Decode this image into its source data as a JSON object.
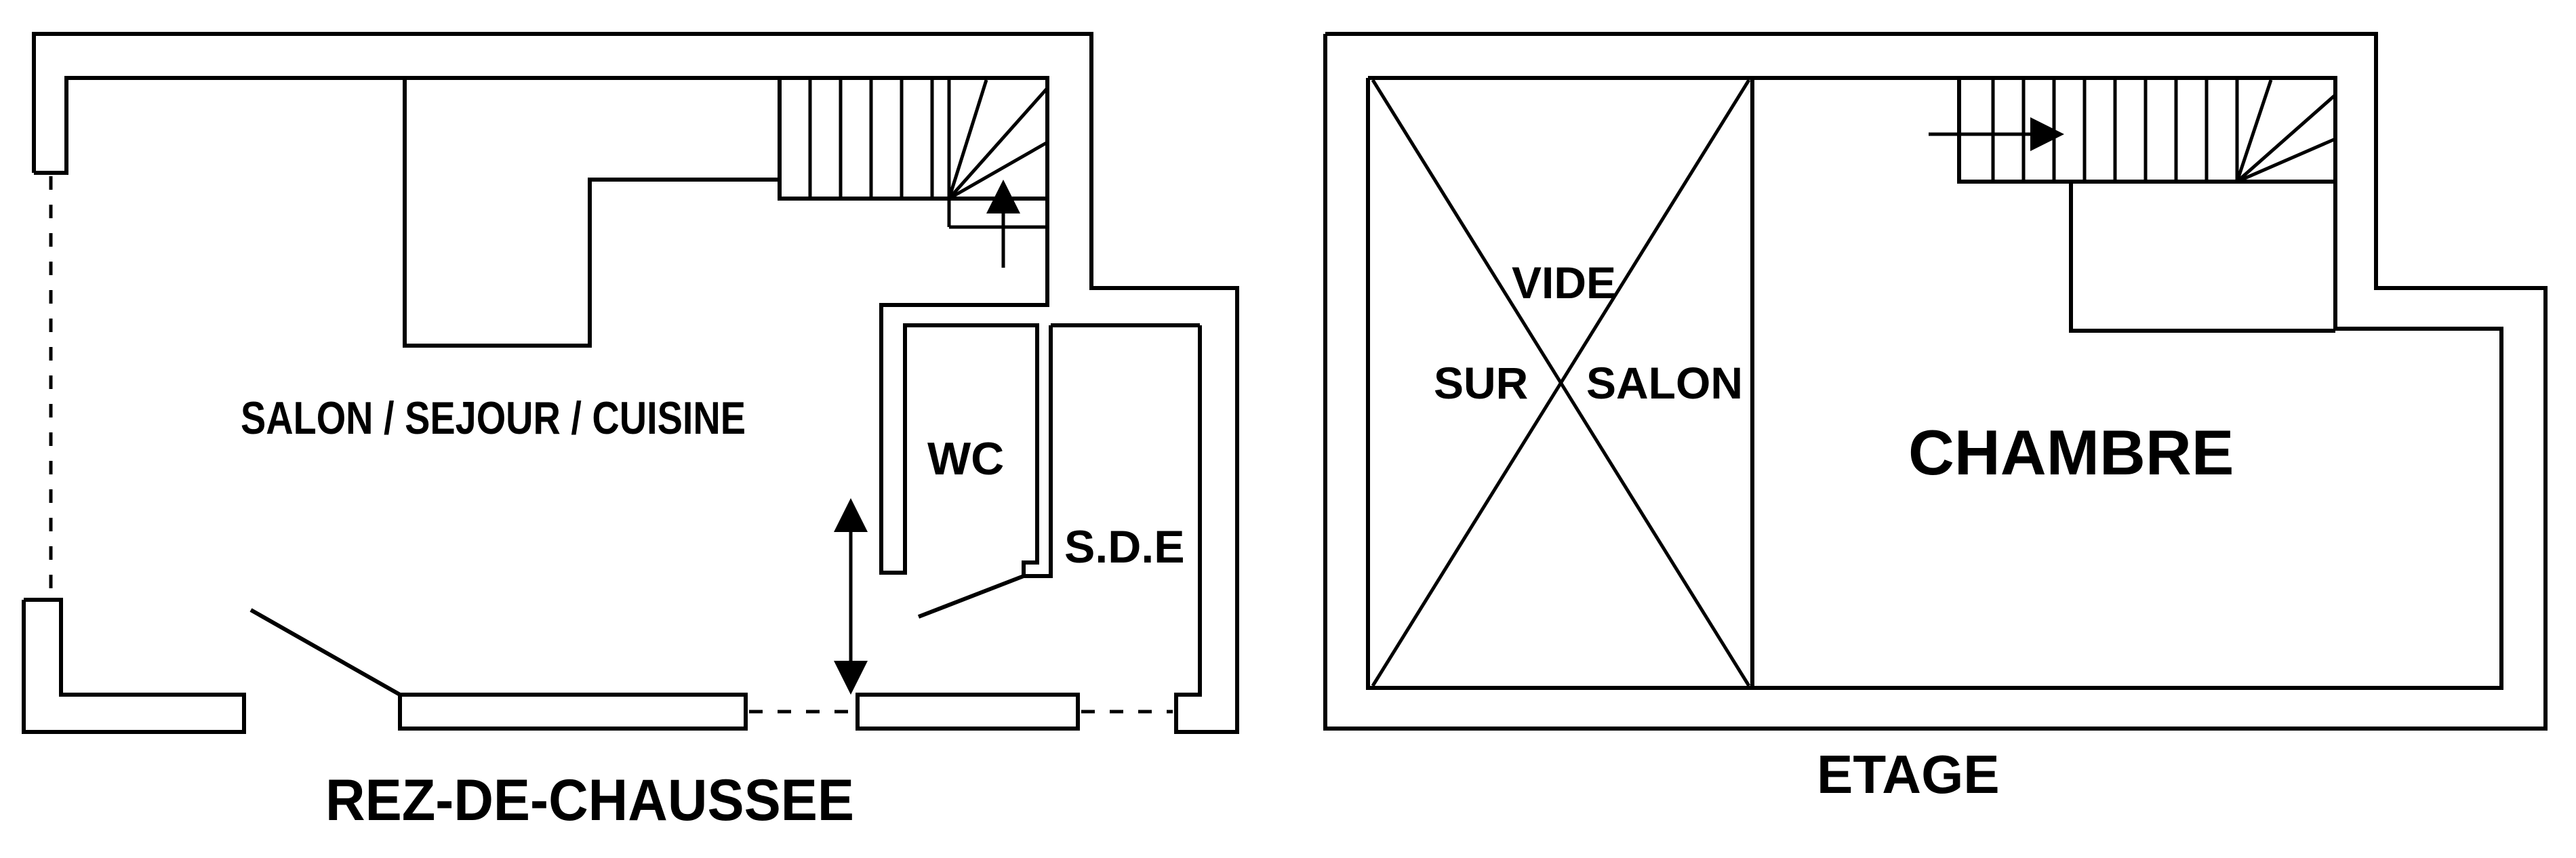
{
  "ground_floor": {
    "title": "REZ-DE-CHAUSSEE",
    "rooms": {
      "living": "SALON / SEJOUR / CUISINE",
      "wc": "WC",
      "bathroom": "S.D.E"
    }
  },
  "upper_floor": {
    "title": "ETAGE",
    "rooms": {
      "void_left": "SUR",
      "void_top": "VIDE",
      "void_right": "SALON",
      "bedroom": "CHAMBRE"
    }
  }
}
